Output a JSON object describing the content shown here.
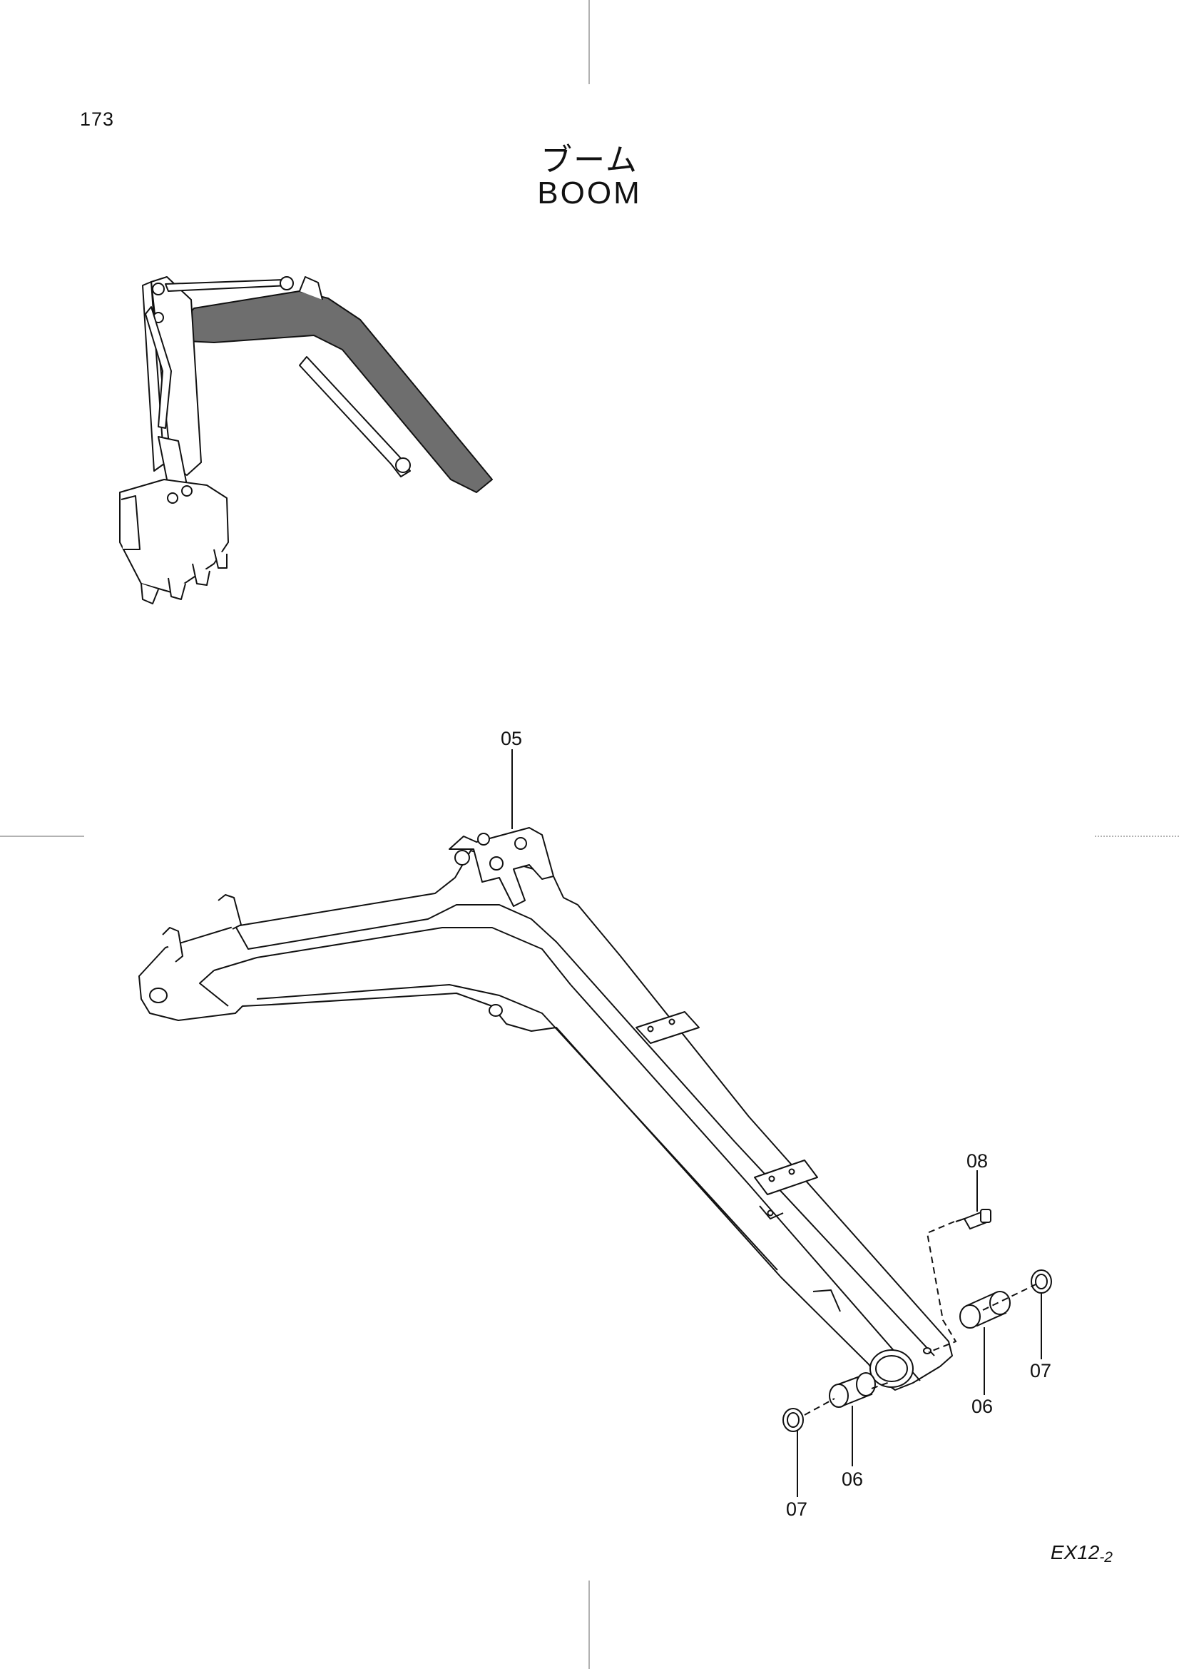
{
  "page_number": "173",
  "title": {
    "japanese": "ブーム",
    "english": "BOOM"
  },
  "model_code": {
    "main": "EX12",
    "suffix": "-2"
  },
  "callouts": [
    {
      "id": "c05",
      "label": "05"
    },
    {
      "id": "c08",
      "label": "08"
    },
    {
      "id": "c06a",
      "label": "06"
    },
    {
      "id": "c07a",
      "label": "07"
    },
    {
      "id": "c06b",
      "label": "06"
    },
    {
      "id": "c07b",
      "label": "07"
    }
  ],
  "colors": {
    "line": "#111111",
    "highlight": "#6e6e6e",
    "crop_mark": "#999999"
  }
}
